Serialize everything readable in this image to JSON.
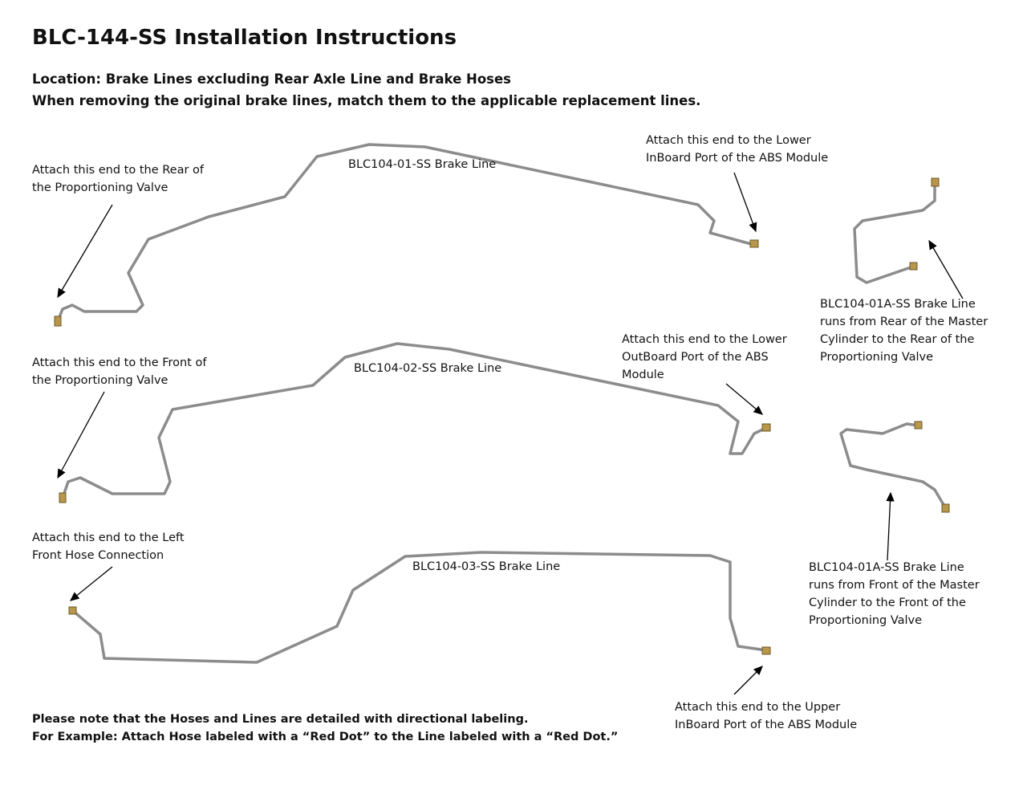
{
  "title": "BLC-144-SS Installation Instructions",
  "subtitle": {
    "location": "Location: Brake Lines excluding Rear Axle Line and Brake Hoses",
    "instruction": "When removing the original brake lines, match them to the applicable replacement lines."
  },
  "labels": {
    "line1_name": "BLC104-01-SS Brake Line",
    "line1_left": "Attach this end to the Rear of\nthe Proportioning Valve",
    "line1_right": "Attach this end to the Lower\nInBoard Port of the ABS Module",
    "line2_name": "BLC104-02-SS Brake Line",
    "line2_left": "Attach this end to the Front of\nthe Proportioning Valve",
    "line2_right": "Attach this end to the Lower\nOutBoard Port of the ABS\nModule",
    "line3_name": "BLC104-03-SS Brake Line",
    "line3_left": "Attach this end to the Left\nFront Hose Connection",
    "line3_right": "Attach this end to the Upper\nInBoard Port of the ABS Module",
    "short_rear": "BLC104-01A-SS Brake Line\nruns from Rear of the Master\nCylinder to the Rear of the\nProportioning Valve",
    "short_front": "BLC104-01A-SS Brake Line\nruns from Front of the Master\nCylinder to the Front of the\nProportioning Valve"
  },
  "notes": {
    "line1": "Please note that the Hoses and Lines are detailed with directional labeling.",
    "line2": "For Example: Attach Hose labeled with a “Red Dot” to the Line labeled with a “Red Dot.”"
  },
  "colors": {
    "line": "#8c8c8c",
    "fitting": "#b8964a"
  }
}
